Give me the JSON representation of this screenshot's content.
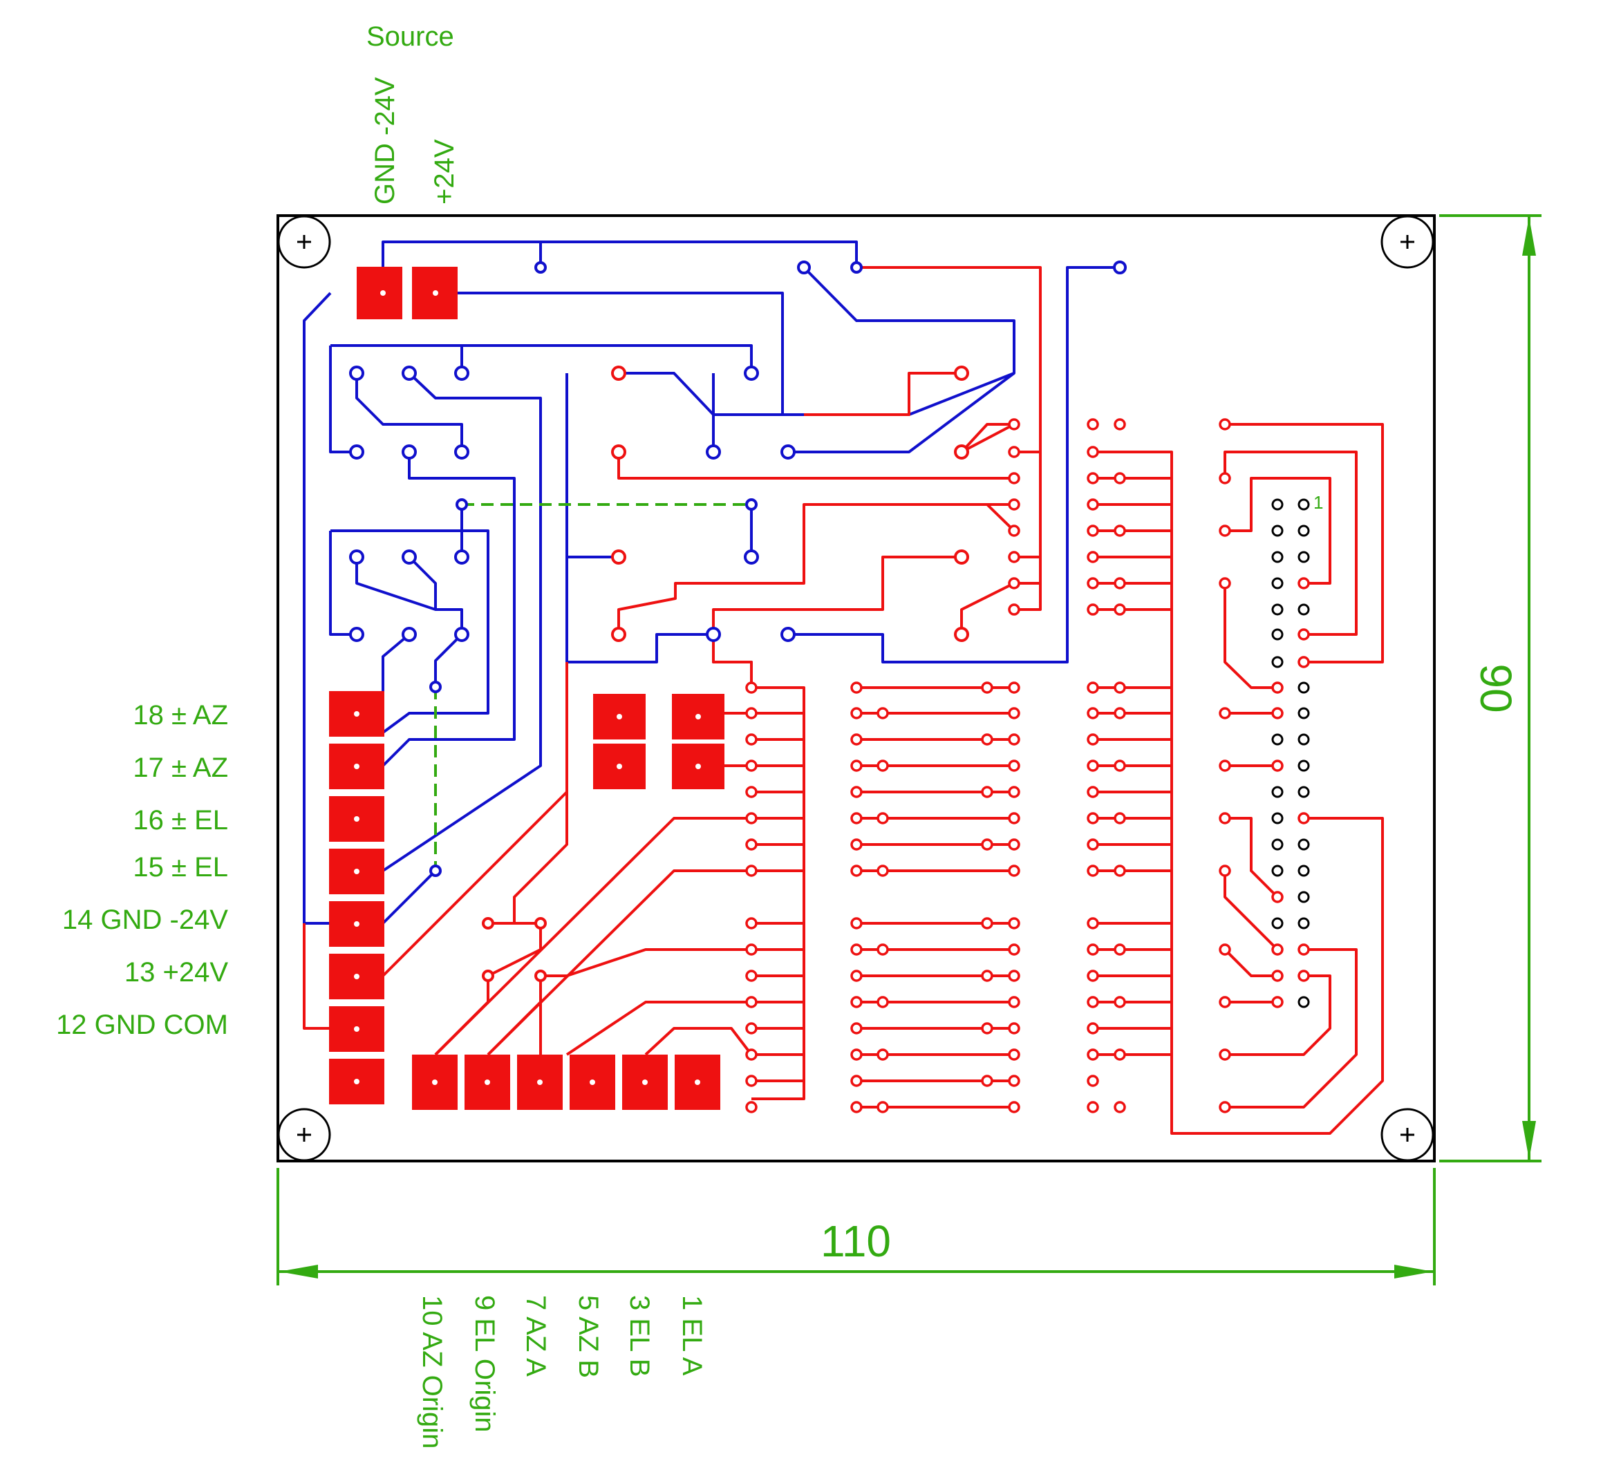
{
  "colors": {
    "red_trace": "#ee1111",
    "blue_trace": "#1010cc",
    "label": "#33aa11",
    "dimension": "#33aa11",
    "outline": "#000000",
    "pad_fill": "#ee1111"
  },
  "source": {
    "title": "Source",
    "gnd": "GND -24V",
    "plus": "+24V"
  },
  "left_labels": [
    "18 ± AZ",
    "17 ± AZ",
    "16 ± EL",
    "15 ± EL",
    "14 GND -24V",
    "13 +24V",
    "12 GND COM"
  ],
  "bottom_labels": [
    "10 AZ Origin",
    "9 EL Origin",
    "7 AZ A",
    "5 AZ B",
    "3 EL B",
    "1 EL A"
  ],
  "connector_pin_label": "1",
  "dimensions": {
    "width": "110",
    "height": "90"
  }
}
